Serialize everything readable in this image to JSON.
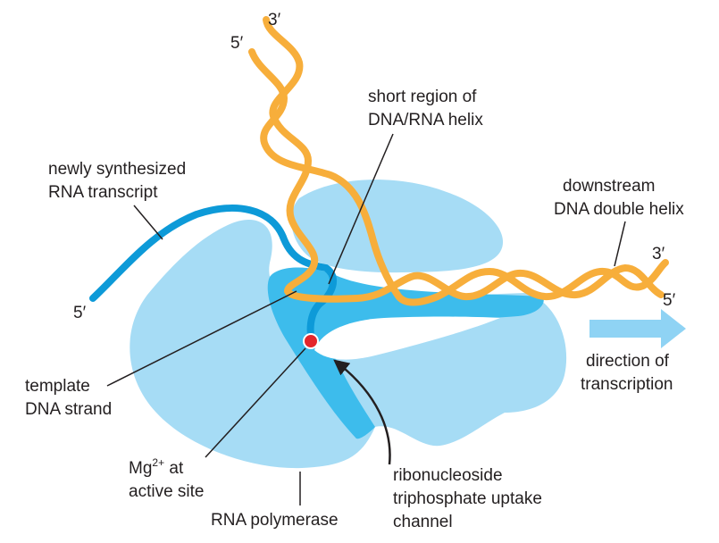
{
  "colors": {
    "polymerase_light": "#a6dcf5",
    "polymerase_channel": "#3dbcec",
    "rna": "#0d9ad8",
    "dna": "#f7ae3b",
    "dna_edge": "#e8952a",
    "active_site": "#e4262b",
    "arrow": "#8fd3f4",
    "leader": "#231f20"
  },
  "labels": {
    "dna_top_3": "3′",
    "dna_top_5": "5′",
    "dna_right_3": "3′",
    "dna_right_5": "5′",
    "rna_5": "5′",
    "short_region_l1": "short region of",
    "short_region_l2": "DNA/RNA helix",
    "newly_l1": "newly synthesized",
    "newly_l2": "RNA transcript",
    "downstream_l1": "downstream",
    "downstream_l2": "DNA double helix",
    "direction_l1": "direction of",
    "direction_l2": "transcription",
    "template_l1": "template",
    "template_l2": "DNA strand",
    "mg_base": "Mg",
    "mg_sup": "2+",
    "mg_rest": " at",
    "mg_l2": "active site",
    "ribo_l1": "ribonucleoside",
    "ribo_l2": "triphosphate uptake",
    "ribo_l3": "channel",
    "polymerase": "RNA polymerase"
  }
}
